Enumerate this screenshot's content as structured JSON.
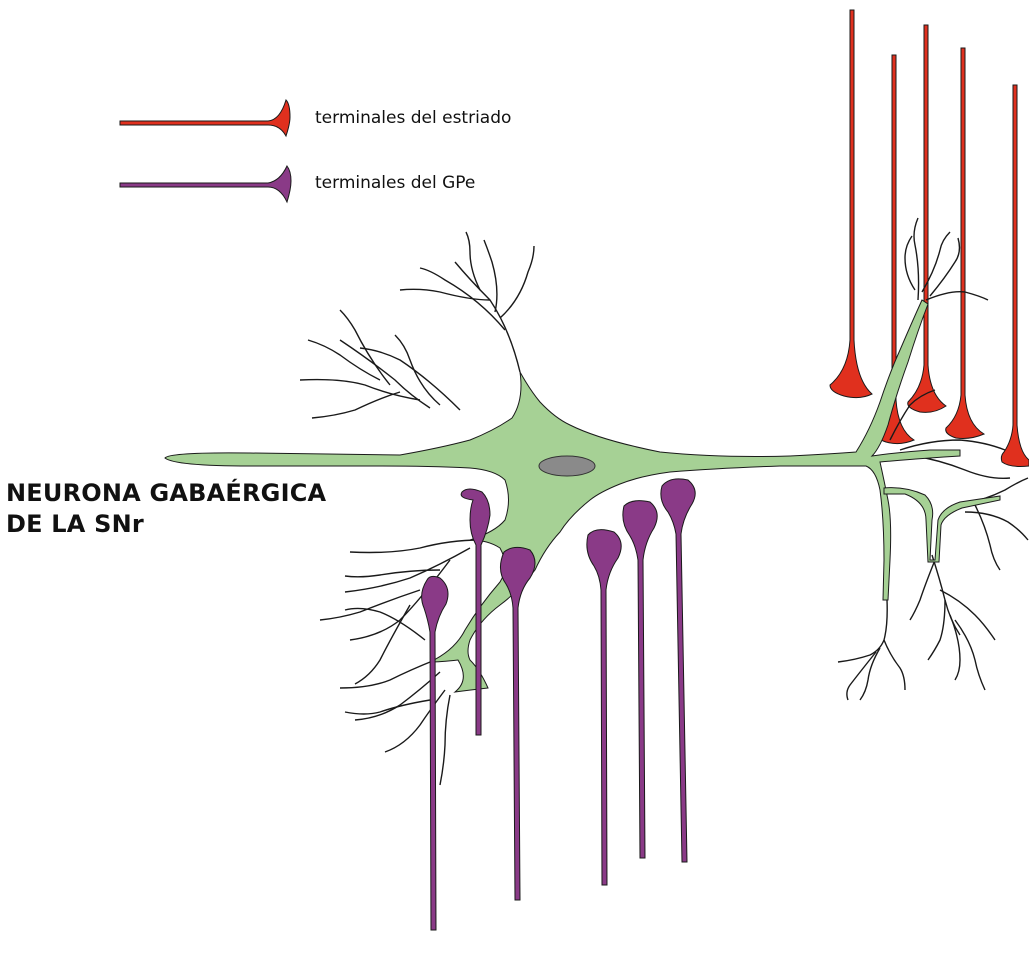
{
  "legend": {
    "items": [
      {
        "label": "terminales del estriado",
        "color": "#e0301e",
        "icon": "red-terminal-icon"
      },
      {
        "label": "terminales del GPe",
        "color": "#8a3a87",
        "icon": "purple-terminal-icon"
      }
    ]
  },
  "neuron": {
    "title_line1": "NEURONA GABAÉRGICA",
    "title_line2": "DE LA SNr",
    "fill_color": "#a6d195",
    "nucleus_color": "#8a8a8a"
  }
}
